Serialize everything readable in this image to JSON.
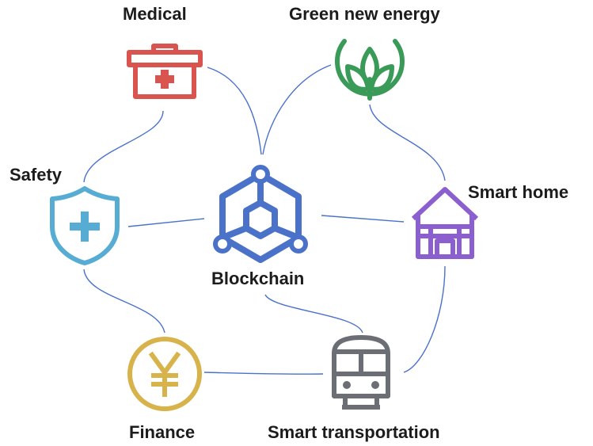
{
  "diagram": {
    "center": {
      "label": "Blockchain",
      "icon": "blockchain-icon",
      "color": "#4a72c9"
    },
    "nodes": [
      {
        "id": "medical",
        "label": "Medical",
        "icon": "medical-kit-icon",
        "color": "#d9534f"
      },
      {
        "id": "green",
        "label": "Green new energy",
        "icon": "leaf-icon",
        "color": "#3a9a58"
      },
      {
        "id": "safety",
        "label": "Safety",
        "icon": "shield-icon",
        "color": "#56acd3"
      },
      {
        "id": "home",
        "label": "Smart home",
        "icon": "house-icon",
        "color": "#8b5fcf"
      },
      {
        "id": "finance",
        "label": "Finance",
        "icon": "yen-coin-icon",
        "color": "#d8b24a"
      },
      {
        "id": "transport",
        "label": "Smart transportation",
        "icon": "train-icon",
        "color": "#6b6e74"
      }
    ],
    "connector_color": "#4a72c9"
  }
}
